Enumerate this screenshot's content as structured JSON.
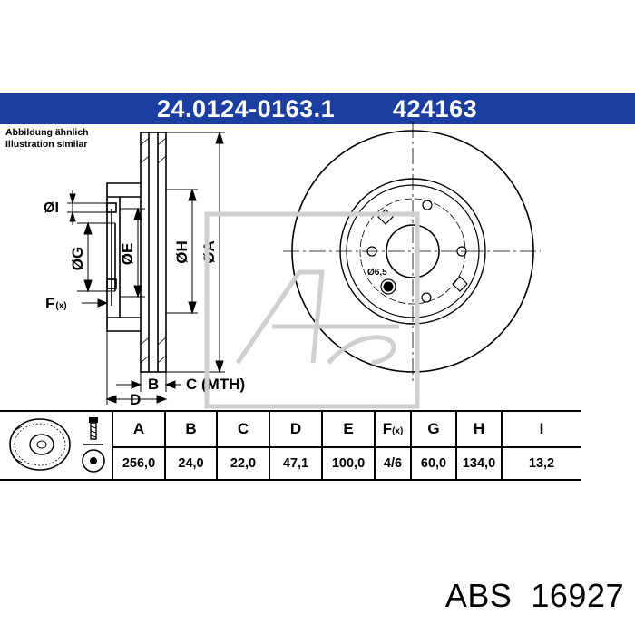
{
  "header": {
    "part_number": "24.0124-0163.1",
    "ref_number": "424163",
    "note_line1": "Abbildung ähnlich",
    "note_line2": "Illustration similar"
  },
  "drawing": {
    "labels": {
      "I": "ØI",
      "G": "ØG",
      "E": "ØE",
      "H": "ØH",
      "A": "ØA",
      "F": "F",
      "F_sub": "(x)",
      "B": "B",
      "C": "C (MTH)",
      "D": "D",
      "hole": "Ø6,5"
    }
  },
  "table": {
    "headers": [
      "A",
      "B",
      "C",
      "D",
      "E",
      "F",
      "G",
      "H",
      "I"
    ],
    "f_sub": "(x)",
    "values": [
      "256,0",
      "24,0",
      "22,0",
      "47,1",
      "100,0",
      "4/6",
      "60,0",
      "134,0",
      "13,2"
    ]
  },
  "footer": {
    "text": "ABS  16927"
  },
  "colors": {
    "banner": "#1a3fa0"
  }
}
